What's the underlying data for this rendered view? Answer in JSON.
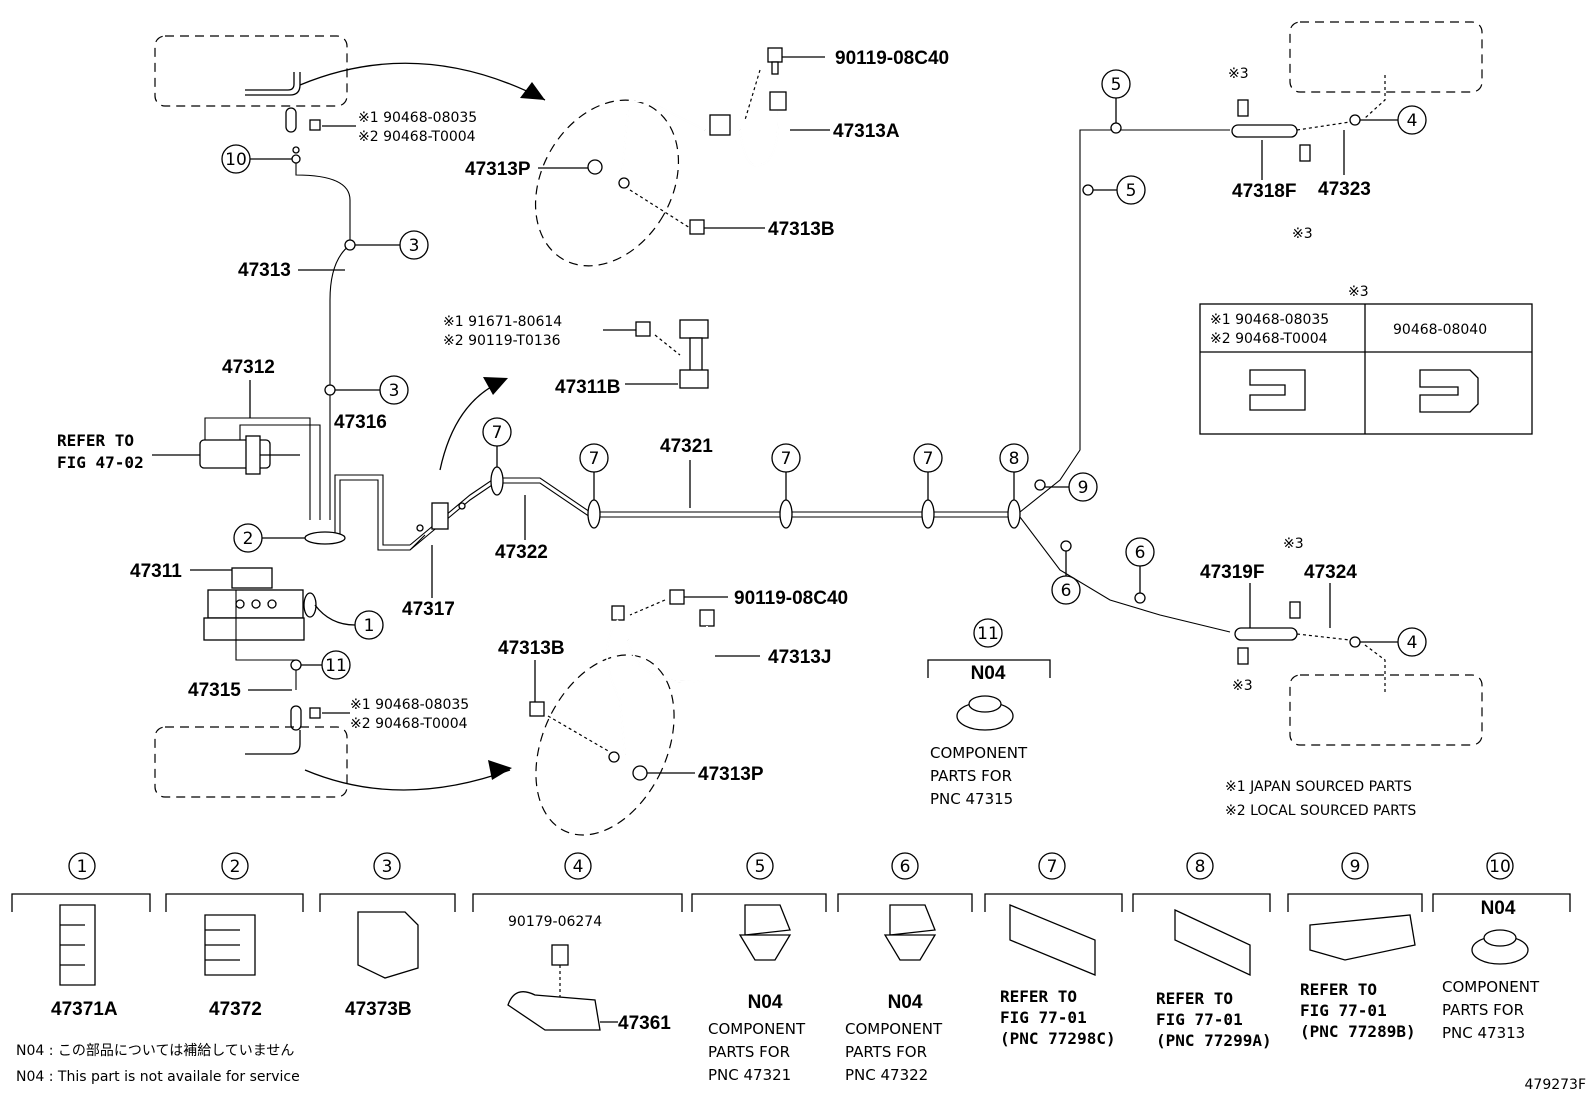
{
  "diagram": {
    "figure_id": "479273F",
    "labels": {
      "p47313": "47313",
      "p47312": "47312",
      "p47316": "47316",
      "p47311": "47311",
      "p47315": "47315",
      "p47317": "47317",
      "p47322": "47322",
      "p47321": "47321",
      "p47311B": "47311B",
      "p47313A": "47313A",
      "p47313P_top": "47313P",
      "p47313B_top": "47313B",
      "p90119_top": "90119-08C40",
      "p90119_bot": "90119-08C40",
      "p47313J": "47313J",
      "p47313B_bot": "47313B",
      "p47313P_bot": "47313P",
      "p47318F": "47318F",
      "p47323": "47323",
      "p47319F": "47319F",
      "p47324": "47324",
      "refer_to_1": "REFER TO",
      "refer_to_2": "FIG 47-02",
      "top_clip_1": "※1 90468-08035",
      "top_clip_2": "※2 90468-T0004",
      "bot_clip_1": "※1 90468-08035",
      "bot_clip_2": "※2 90468-T0004",
      "bolt_1": "※1 91671-80614",
      "bolt_2": "※2 90119-T0136",
      "mark3": "※3"
    },
    "callouts": [
      "1",
      "2",
      "3",
      "3",
      "4",
      "4",
      "5",
      "5",
      "6",
      "6",
      "7",
      "7",
      "7",
      "7",
      "8",
      "9",
      "10",
      "11"
    ],
    "clip_table": {
      "header_mark": "※3",
      "col1_line1": "※1 90468-08035",
      "col1_line2": "※2 90468-T0004",
      "col2": "90468-08040"
    },
    "n04_center": {
      "num": "11",
      "code": "N04",
      "desc1": "COMPONENT",
      "desc2": "PARTS FOR",
      "desc3": "PNC 47315"
    },
    "notes": {
      "japan": "※1 JAPAN SOURCED PARTS",
      "local": "※2 LOCAL SOURCED PARTS",
      "n04_jp": "N04 : この部品については補給していません",
      "n04_en": "N04 : This part is not availale for service"
    },
    "legend": [
      {
        "num": "1",
        "label": "47371A"
      },
      {
        "num": "2",
        "label": "47372"
      },
      {
        "num": "3",
        "label": "47373B"
      },
      {
        "num": "4",
        "top": "90179-06274",
        "label": "47361"
      },
      {
        "num": "5",
        "code": "N04",
        "l1": "COMPONENT",
        "l2": "PARTS FOR",
        "l3": "PNC 47321"
      },
      {
        "num": "6",
        "code": "N04",
        "l1": "COMPONENT",
        "l2": "PARTS FOR",
        "l3": "PNC 47322"
      },
      {
        "num": "7",
        "l1": "REFER TO",
        "l2": "FIG 77-01",
        "l3": "(PNC 77298C)"
      },
      {
        "num": "8",
        "l1": "REFER TO",
        "l2": "FIG 77-01",
        "l3": "(PNC 77299A)"
      },
      {
        "num": "9",
        "l1": "REFER TO",
        "l2": "FIG 77-01",
        "l3": "(PNC 77289B)"
      },
      {
        "num": "10",
        "code": "N04",
        "l1": "COMPONENT",
        "l2": "PARTS FOR",
        "l3": "PNC 47313"
      }
    ]
  }
}
